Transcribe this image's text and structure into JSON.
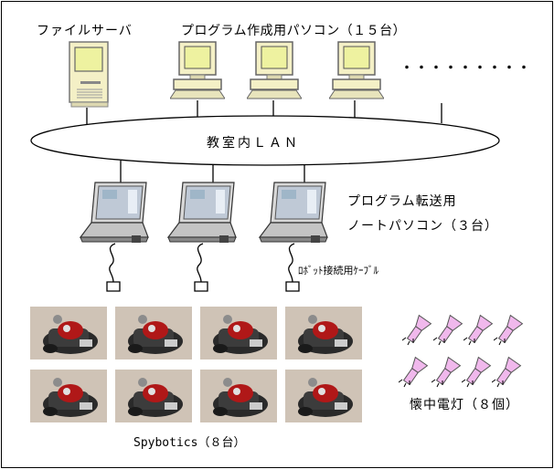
{
  "labels": {
    "file_server": "ファイルサーバ",
    "program_pcs": "プログラム作成用パソコン（１５台）",
    "ellipsis": "・・・・・・・・・",
    "lan": "教室内ＬＡＮ",
    "transfer_pcs_line1": "プログラム転送用",
    "transfer_pcs_line2": "ノートパソコン（３台）",
    "robot_cable": "ﾛﾎﾞｯﾄ接続用ｹｰﾌﾞﾙ",
    "spybotics": "Spybotics（８台）",
    "flashlights": "懐中電灯（８個）"
  },
  "colors": {
    "computer_beige": "#f4f0c6",
    "flashlight_pink": "#f0b8ec"
  }
}
